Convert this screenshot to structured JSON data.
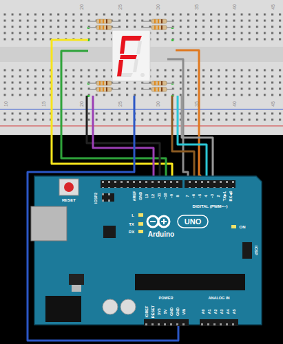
{
  "diagram": {
    "labels": [
      "20",
      "25",
      "30",
      "35",
      "40",
      "45",
      "10",
      "15",
      "20",
      "25",
      "30",
      "35",
      "40",
      "45",
      "RESET",
      "ICSP2",
      "AREF",
      "GND",
      "13",
      "12",
      "~11",
      "~10",
      "~9",
      "8",
      "7",
      "~6",
      "~5",
      "4",
      "~3",
      "2",
      "TX▶1",
      "RX◀0",
      "DIGITAL (PWM=~)",
      "L",
      "TX",
      "RX",
      "Arduino",
      "UNO",
      "ON",
      "ICSP",
      "IOREF",
      "RESET",
      "3V3",
      "5V",
      "GND",
      "GND",
      "VIN",
      "POWER",
      "ANALOG IN",
      "A0",
      "A1",
      "A2",
      "A3",
      "A4",
      "A5"
    ]
  }
}
